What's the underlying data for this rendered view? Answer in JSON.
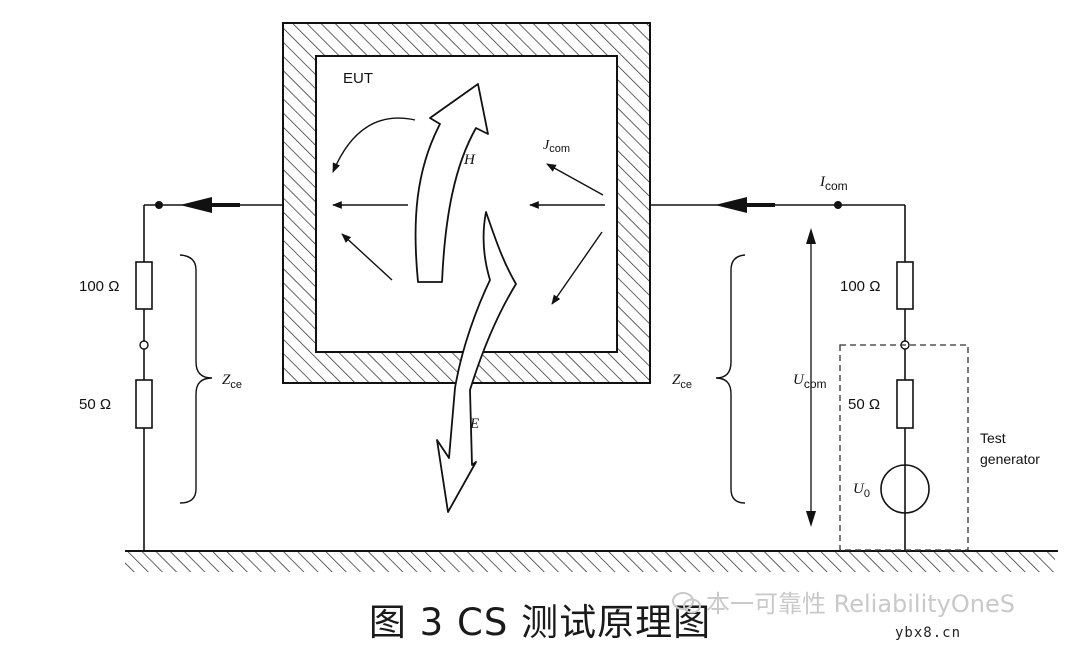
{
  "diagram": {
    "eut_label": "EUT",
    "h_label": "H",
    "e_label": "E",
    "jcom_main": "J",
    "jcom_sub": "com",
    "icom_main": "I",
    "icom_sub": "com",
    "ucom_main": "U",
    "ucom_sub": "com",
    "zce_left_main": "Z",
    "zce_left_sub": "ce",
    "zce_right_main": "Z",
    "zce_right_sub": "ce",
    "r100_left": "100 Ω",
    "r50_left": "50 Ω",
    "r100_right": "100 Ω",
    "r50_right": "50 Ω",
    "u0_main": "U",
    "u0_sub": "0",
    "test_generator_line1": "Test",
    "test_generator_line2": "generator"
  },
  "caption": "图 3 CS 测试原理图",
  "watermark": "本一可靠性 ReliabilityOneS",
  "site": "ybx8.cn"
}
